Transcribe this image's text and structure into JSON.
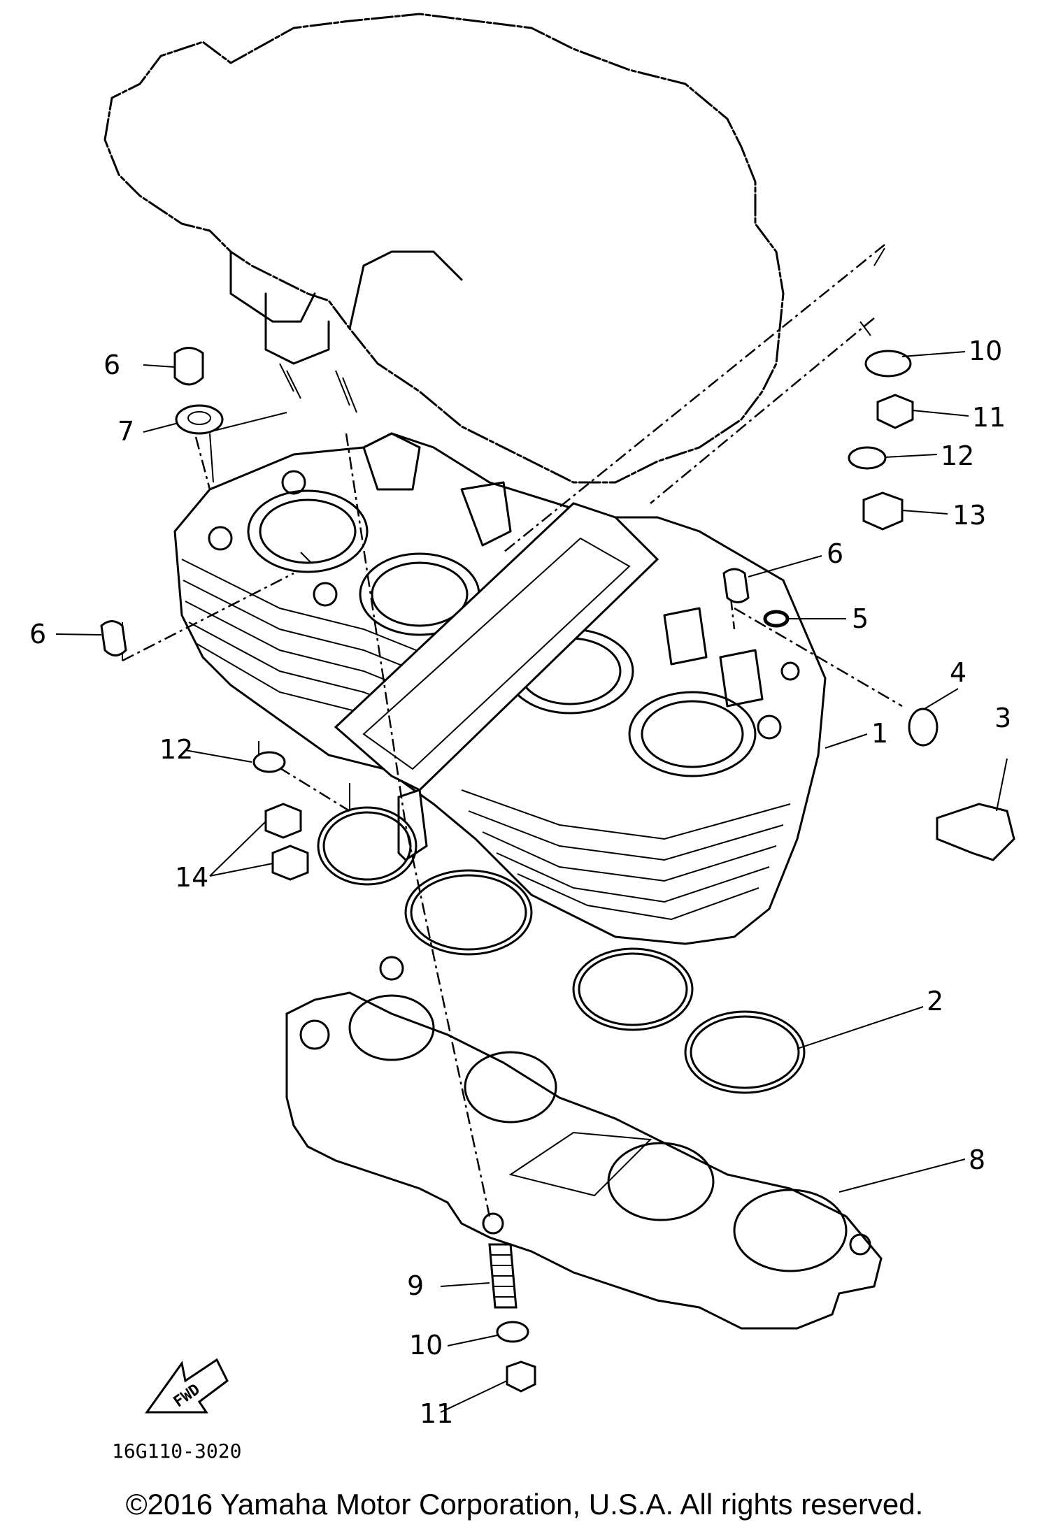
{
  "diagram": {
    "part_code": "16G110-3020",
    "fwd_label": "FWD",
    "copyright": "©2016 Yamaha Motor Corporation, U.S.A. All rights reserved.",
    "callouts": [
      {
        "id": "c1",
        "label": "1"
      },
      {
        "id": "c2",
        "label": "2"
      },
      {
        "id": "c3",
        "label": "3"
      },
      {
        "id": "c4",
        "label": "4"
      },
      {
        "id": "c5",
        "label": "5"
      },
      {
        "id": "c6a",
        "label": "6"
      },
      {
        "id": "c6b",
        "label": "6"
      },
      {
        "id": "c6c",
        "label": "6"
      },
      {
        "id": "c7",
        "label": "7"
      },
      {
        "id": "c8",
        "label": "8"
      },
      {
        "id": "c9",
        "label": "9"
      },
      {
        "id": "c10a",
        "label": "10"
      },
      {
        "id": "c10b",
        "label": "10"
      },
      {
        "id": "c11a",
        "label": "11"
      },
      {
        "id": "c11b",
        "label": "11"
      },
      {
        "id": "c12a",
        "label": "12"
      },
      {
        "id": "c12b",
        "label": "12"
      },
      {
        "id": "c13",
        "label": "13"
      },
      {
        "id": "c14",
        "label": "14"
      }
    ]
  }
}
